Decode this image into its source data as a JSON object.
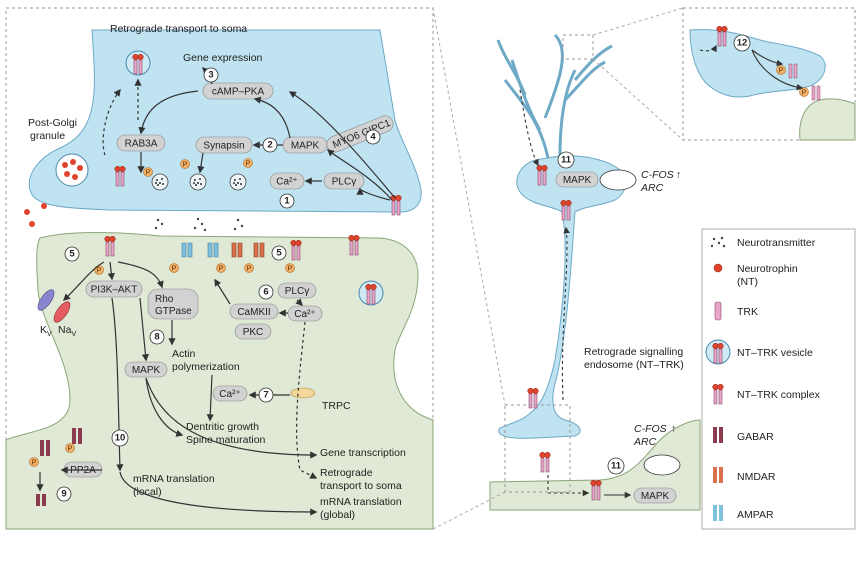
{
  "labels": {
    "retrograde_title": "Retrograde transport to soma",
    "gene_expression": "Gene expression",
    "camp_pka": "cAMP–PKA",
    "rab3a": "RAB3A",
    "synapsin": "Synapsin",
    "mapk_pre": "MAPK",
    "myo6": "MYO6",
    "gipc1": "GIPC1",
    "plcg_pre": "PLCγ",
    "ca_pre": "Ca²⁺",
    "post_golgi": "Post-Golgi",
    "granule": "granule",
    "pi3k_akt": "PI3K–AKT",
    "rho": "Rho",
    "gtpase": "GTPase",
    "camkii": "CaMKII",
    "pkc": "PKC",
    "plcg_post": "PLCγ",
    "ca_post": "Ca²⁺",
    "ca_post2": "Ca²⁺",
    "actin1": "Actin",
    "actin2": "polymerization",
    "mapk_post": "MAPK",
    "trpc": "TRPC",
    "dendritic": "Dentritic growth",
    "spine": "Spine maturation",
    "gene_transcription": "Gene transcription",
    "retro_soma1": "Retrograde",
    "retro_soma2": "transport to soma",
    "pp2a": "PP2A",
    "mrna_local1": "mRNA translation",
    "mrna_local2": "(local)",
    "mrna_global1": "mRNA translation",
    "mrna_global2": "(global)",
    "kv": "K",
    "kv_sub": "V",
    "nav": "Na",
    "nav_sub": "V",
    "mapk_soma": "MAPK",
    "cfos_soma": "C-FOS",
    "arc_soma": "ARC",
    "retro_endosome1": "Retrograde signalling",
    "retro_endosome2": "endosome (NT–TRK)",
    "cfos_low": "C-FOS",
    "arc_low": "ARC",
    "mapk_low": "MAPK",
    "p": "P"
  },
  "steps": [
    "1",
    "2",
    "3",
    "4",
    "5",
    "5",
    "6",
    "7",
    "8",
    "9",
    "10",
    "11",
    "11",
    "12"
  ],
  "legend": [
    {
      "icon": "neurotransmitter-icon",
      "label": "Neurotransmitter"
    },
    {
      "icon": "neurotrophin-icon",
      "label": "Neurotrophin",
      "label2": "(NT)"
    },
    {
      "icon": "trk-icon",
      "label": "TRK"
    },
    {
      "icon": "nt-trk-vesicle-icon",
      "label": "NT–TRK vesicle"
    },
    {
      "icon": "nt-trk-complex-icon",
      "label": "NT–TRK complex"
    },
    {
      "icon": "gabar-icon",
      "label": "GABAR"
    },
    {
      "icon": "nmdar-icon",
      "label": "NMDAR"
    },
    {
      "icon": "ampar-icon",
      "label": "AMPAR"
    }
  ],
  "colors": {
    "presynaptic": "#bfe3f1",
    "postsynaptic": "#dfe9d5",
    "trk": "#e7a6c9",
    "neurotrophin": "#e0442f",
    "gabar": "#8a3b4d",
    "nmdar": "#d9714f",
    "ampar": "#7fc1dd",
    "box": "#d2d2d2"
  }
}
